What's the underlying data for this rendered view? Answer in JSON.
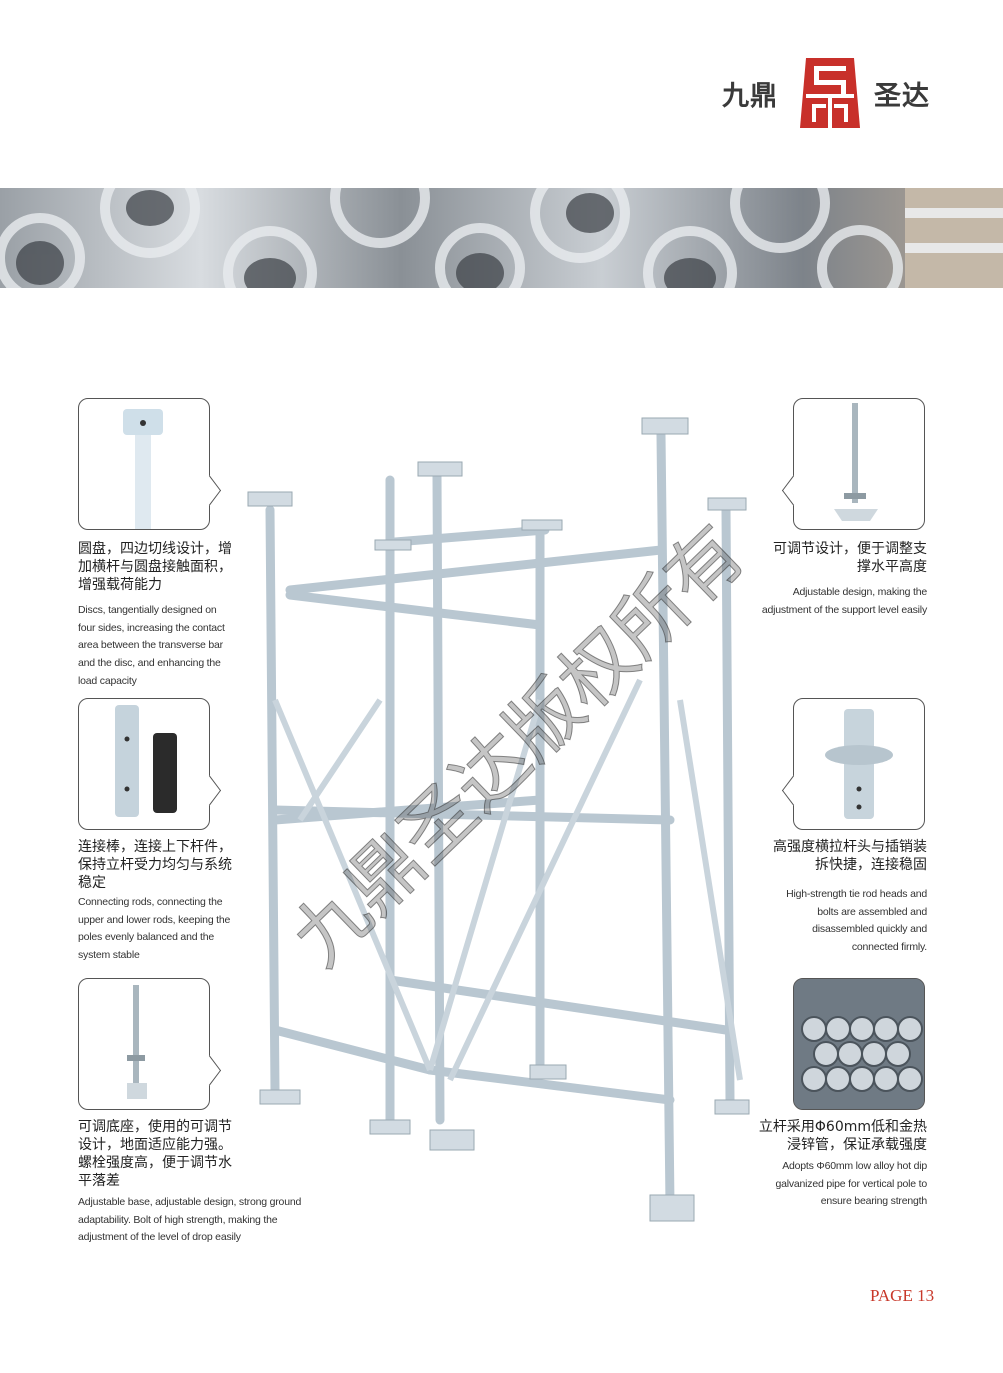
{
  "header": {
    "brand_left": "九鼎",
    "brand_right": "圣达",
    "colors": {
      "logo": "#c8302a",
      "accent": "#c8382a"
    }
  },
  "features_left": [
    {
      "title": "圆盘，四边切线设计，增加横杆与圆盘接触面积，增强载荷能力",
      "desc": "Discs, tangentially designed on four sides, increasing the contact area between the transverse bar and the disc, and enhancing the load capacity"
    },
    {
      "title": "连接棒，连接上下杆件，保持立杆受力均匀与系统稳定",
      "desc": "Connecting rods, connecting the upper and lower rods, keeping the poles evenly balanced and the system stable"
    },
    {
      "title": "可调底座，使用的可调节设计，地面适应能力强。螺栓强度高，便于调节水平落差",
      "desc": "Adjustable base, adjustable design, strong ground adaptability. Bolt of high strength, making the adjustment of the level of drop easily"
    }
  ],
  "features_right": [
    {
      "title": "可调节设计，便于调整支撑水平高度",
      "desc": "Adjustable design, making the adjustment of the support level easily"
    },
    {
      "title": "高强度横拉杆头与插销装拆快捷，连接稳固",
      "desc": "High-strength tie rod heads and bolts are assembled and disassembled quickly and connected firmly."
    },
    {
      "title": "立杆采用Φ60mm低和金热浸锌管，保证承载强度",
      "desc": "Adopts Φ60mm low alloy hot dip galvanized pipe for vertical pole to ensure bearing strength"
    }
  ],
  "watermark": "九鼎圣达版权所有",
  "footer": {
    "page": "PAGE 13"
  }
}
